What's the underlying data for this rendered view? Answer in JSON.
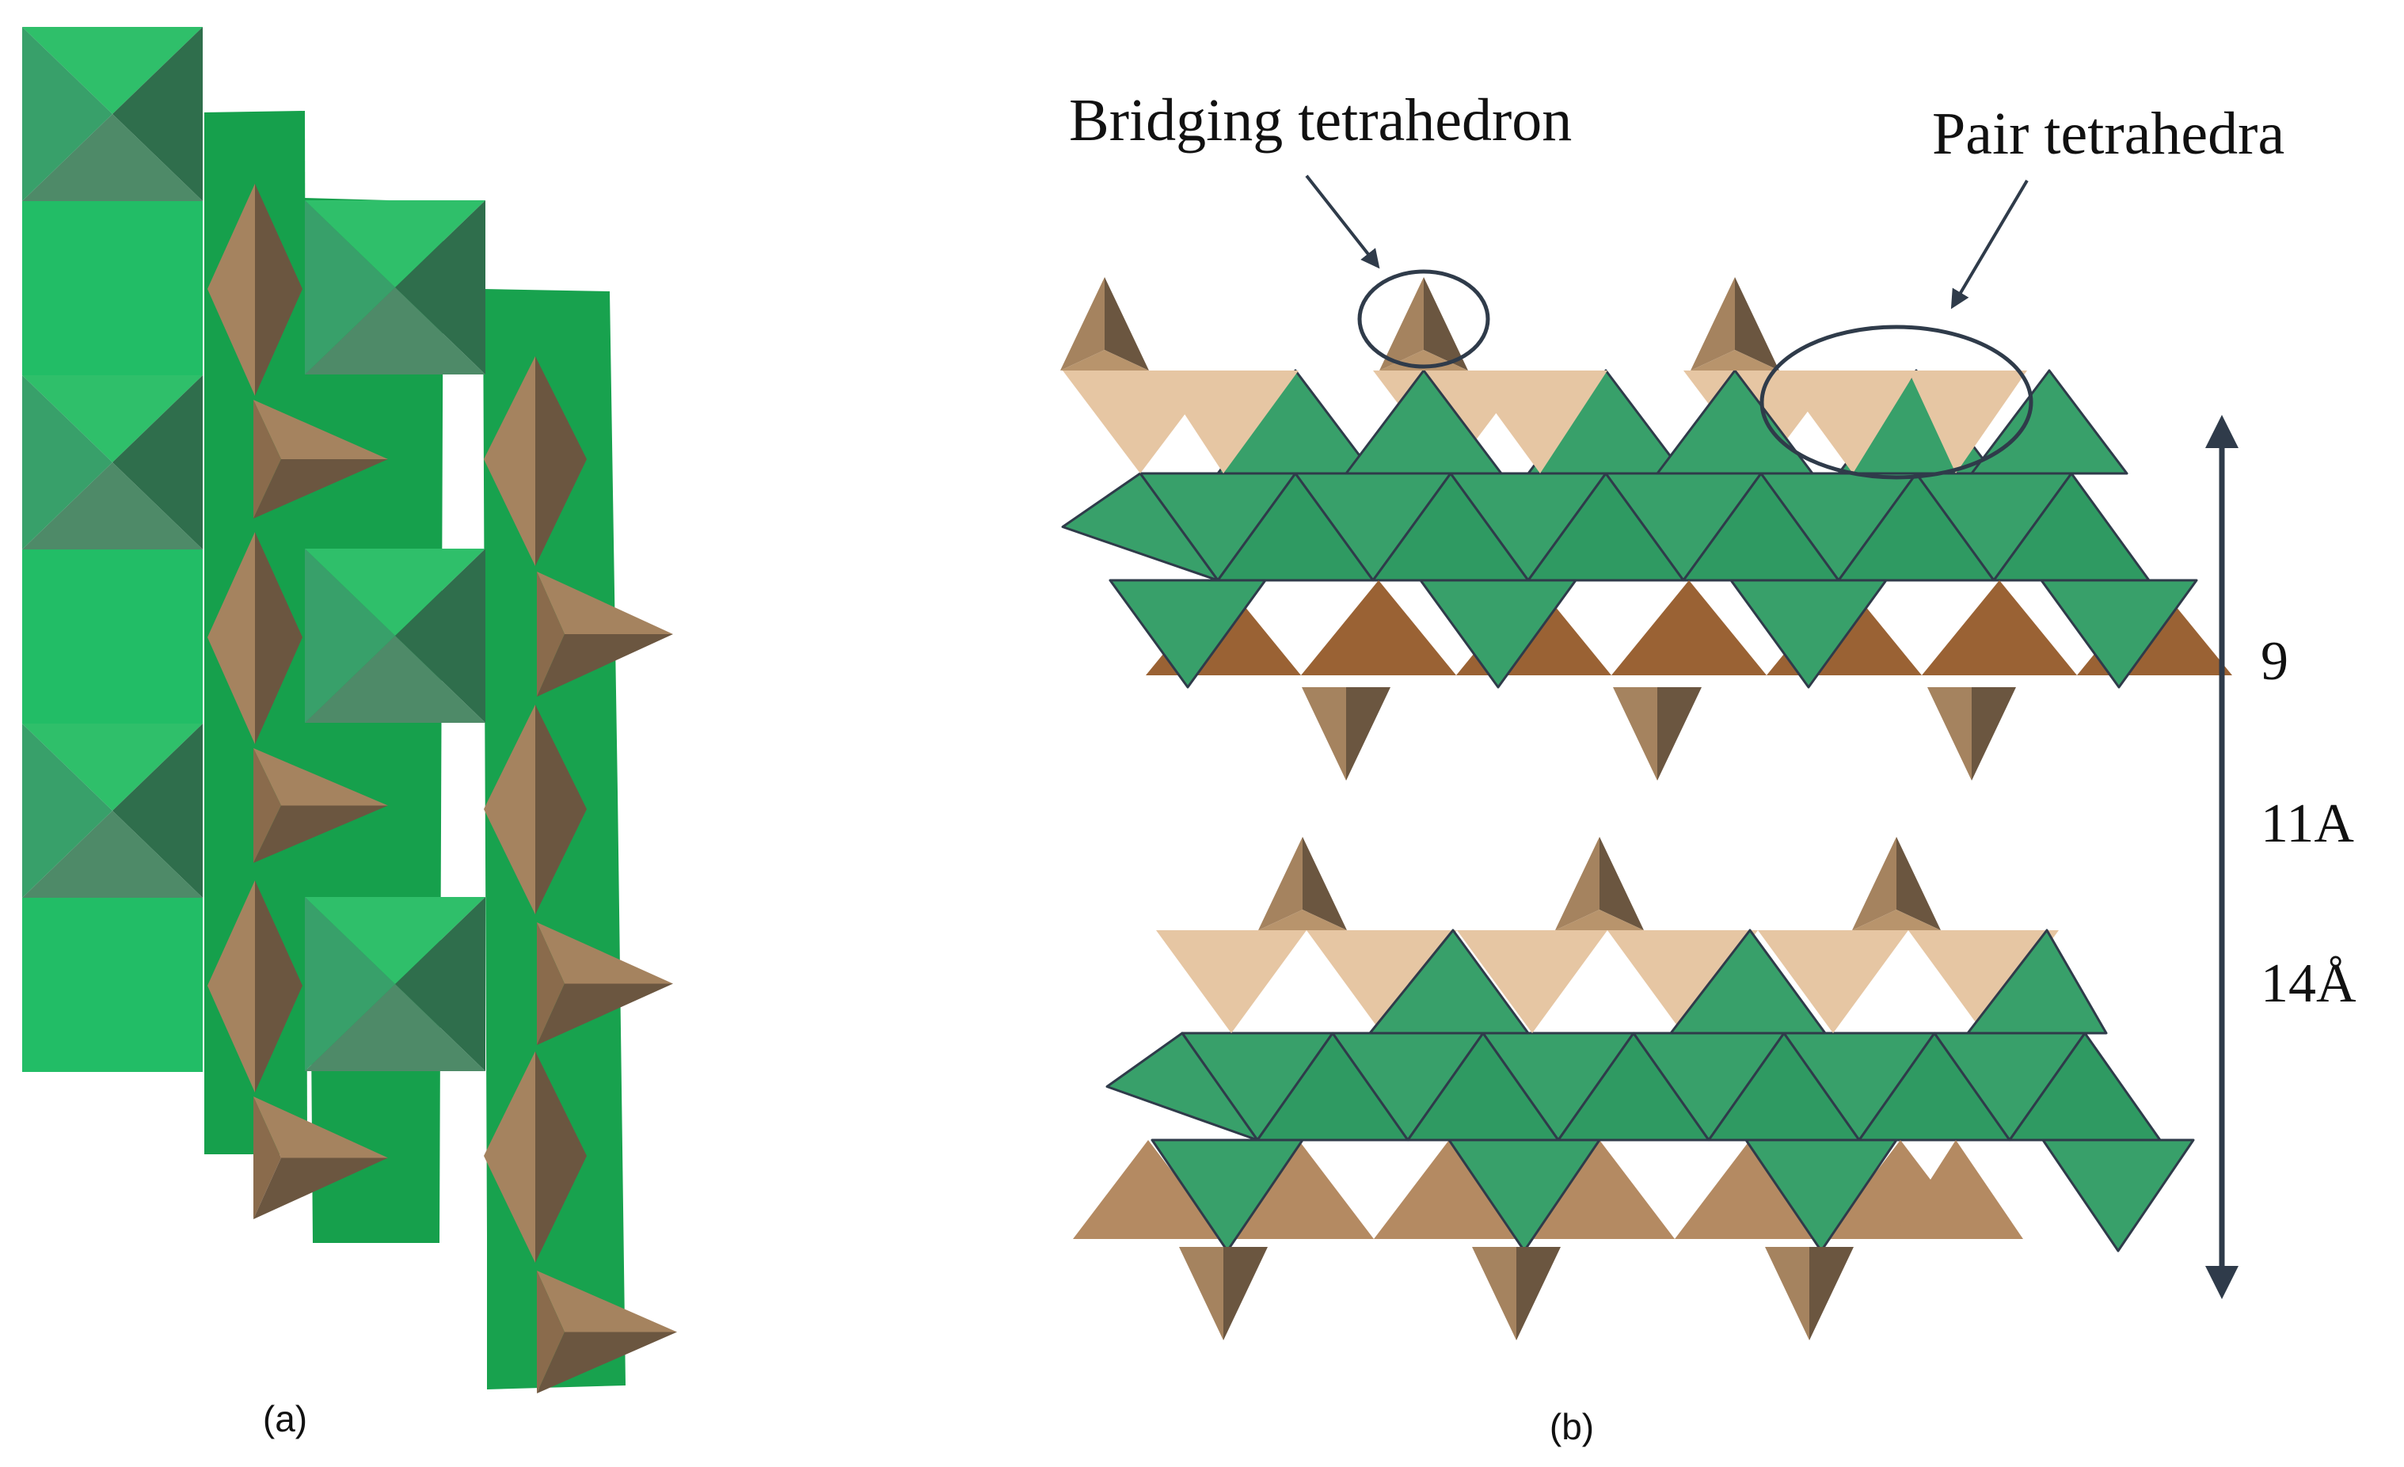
{
  "panels": {
    "a": {
      "caption": "(a)"
    },
    "b": {
      "caption": "(b)"
    }
  },
  "annotations": {
    "bridging": "Bridging tetrahedron",
    "pair": "Pair tetrahedra"
  },
  "spacing_labels": [
    "9",
    "11A",
    "14Å"
  ],
  "colors": {
    "octahedron_light": "#2fbf6a",
    "octahedron_mid": "#38a06a",
    "octahedron_dark": "#2f6e4c",
    "sheet_green": "#16a04c",
    "tetra_brown": "#a5835f",
    "tetra_dark": "#6b5640",
    "tetra_light": "#e6c6a3",
    "tetra_orange": "#9a6234",
    "outline": "#2f3b4a"
  },
  "icons": {
    "arrow": "double-headed-arrow-icon",
    "pointer": "pointer-arrow-icon",
    "ellipse": "highlight-ellipse-icon"
  }
}
